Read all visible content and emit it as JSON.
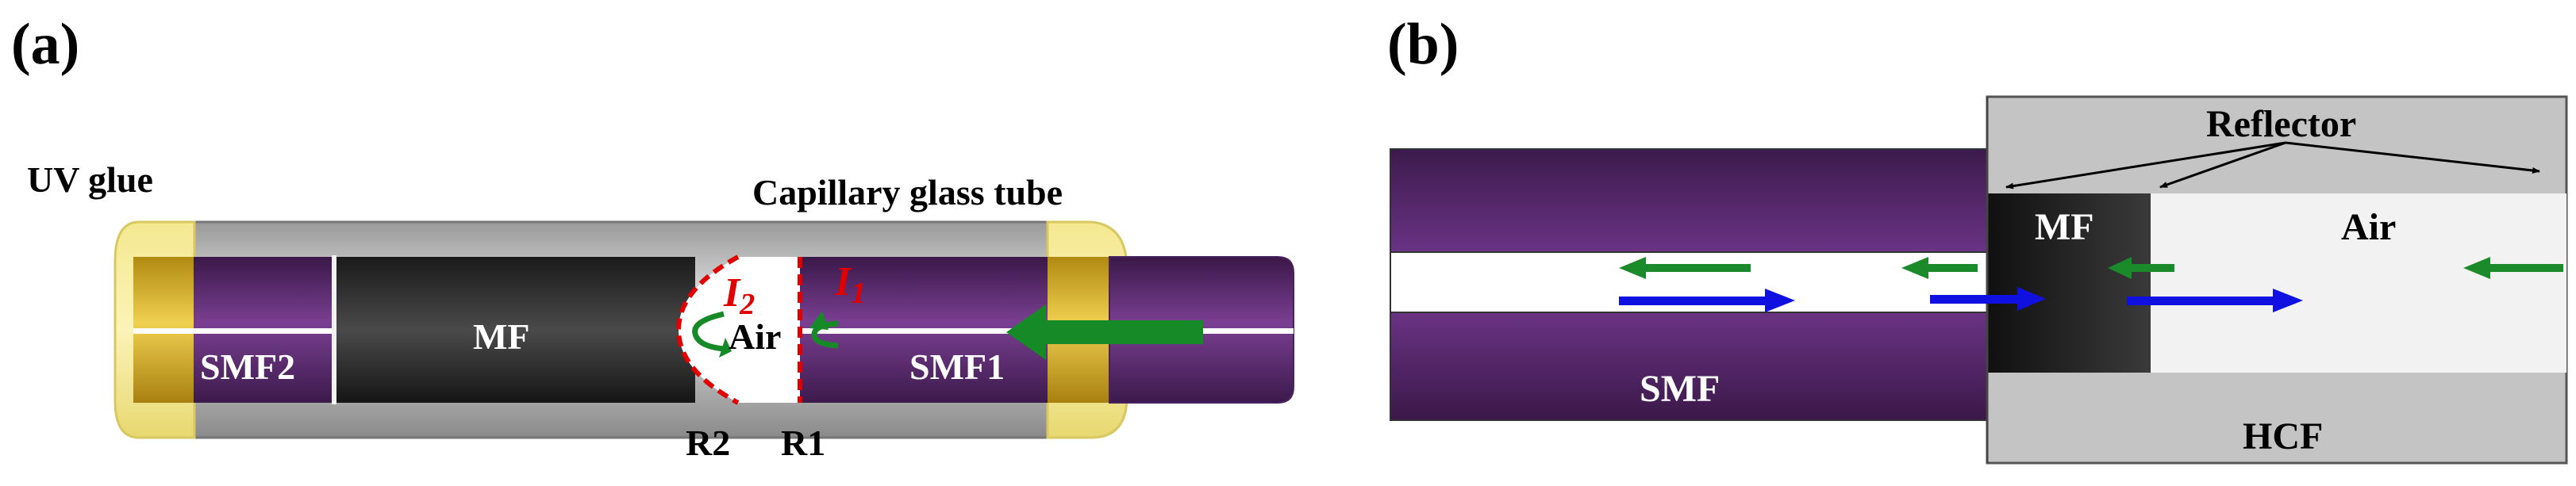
{
  "panel_a": {
    "tag": "(a)",
    "uv_glue": "UV glue",
    "capillary": "Capillary glass tube",
    "smf2": "SMF2",
    "mf": "MF",
    "air": "Air",
    "smf1": "SMF1",
    "i2_letter": "I",
    "i2_sub": "2",
    "i1_letter": "I",
    "i1_sub": "1",
    "r2": "R2",
    "r1": "R1"
  },
  "panel_b": {
    "tag": "(b)",
    "reflector": "Reflector",
    "mf": "MF",
    "air": "Air",
    "smf": "SMF",
    "hcf": "HCF"
  },
  "colors": {
    "fiber_purple": "#5a2a70",
    "glue_yellow": "#d8b020",
    "mf_black": "#2a2a2a",
    "tube_gray": "#c4c4c4",
    "reflection_red": "#e00000",
    "arrow_green": "#1a8a2a",
    "arrow_blue": "#1010e0"
  }
}
